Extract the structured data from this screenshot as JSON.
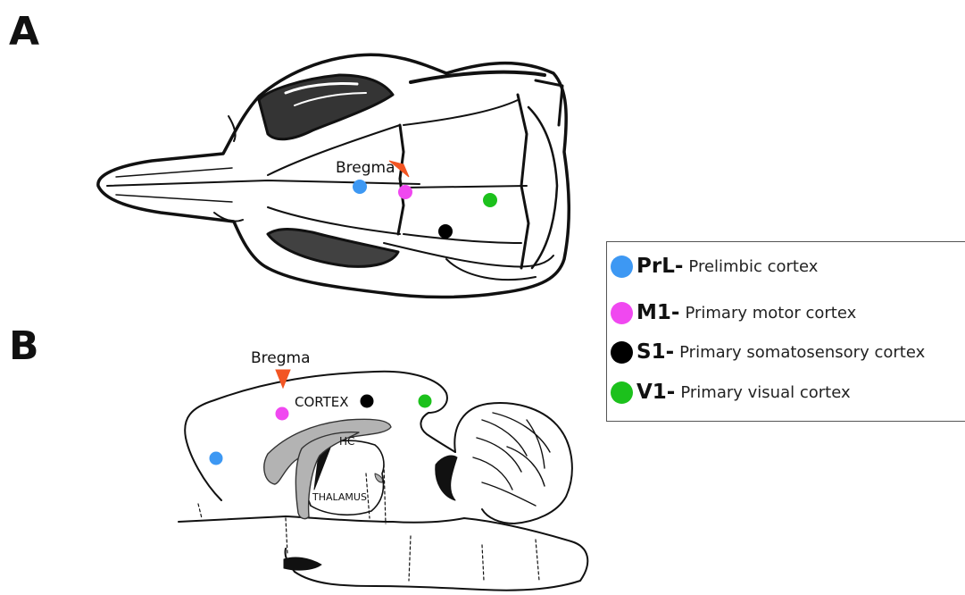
{
  "panels": {
    "a": "A",
    "b": "B"
  },
  "labels": {
    "bregma_top": "Bregma",
    "bregma_bottom": "Bregma",
    "cortex": "CORTEX",
    "hc": "HC",
    "thalamus": "THALAMUS"
  },
  "legend": {
    "items": [
      {
        "abbr": "PrL-",
        "name": "Prelimbic cortex",
        "color": "#3d98f3"
      },
      {
        "abbr": "M1-",
        "name": "Primary motor cortex",
        "color": "#f048f0"
      },
      {
        "abbr": "S1-",
        "name": " Primary somatosensory cortex",
        "color": "#000000"
      },
      {
        "abbr": "V1-",
        "name": " Primary visual cortex",
        "color": "#1cc11c"
      }
    ]
  },
  "colors": {
    "bregma_arrow": "#f25523",
    "structure_fill": "#b3b3b3",
    "outline": "#111111"
  }
}
